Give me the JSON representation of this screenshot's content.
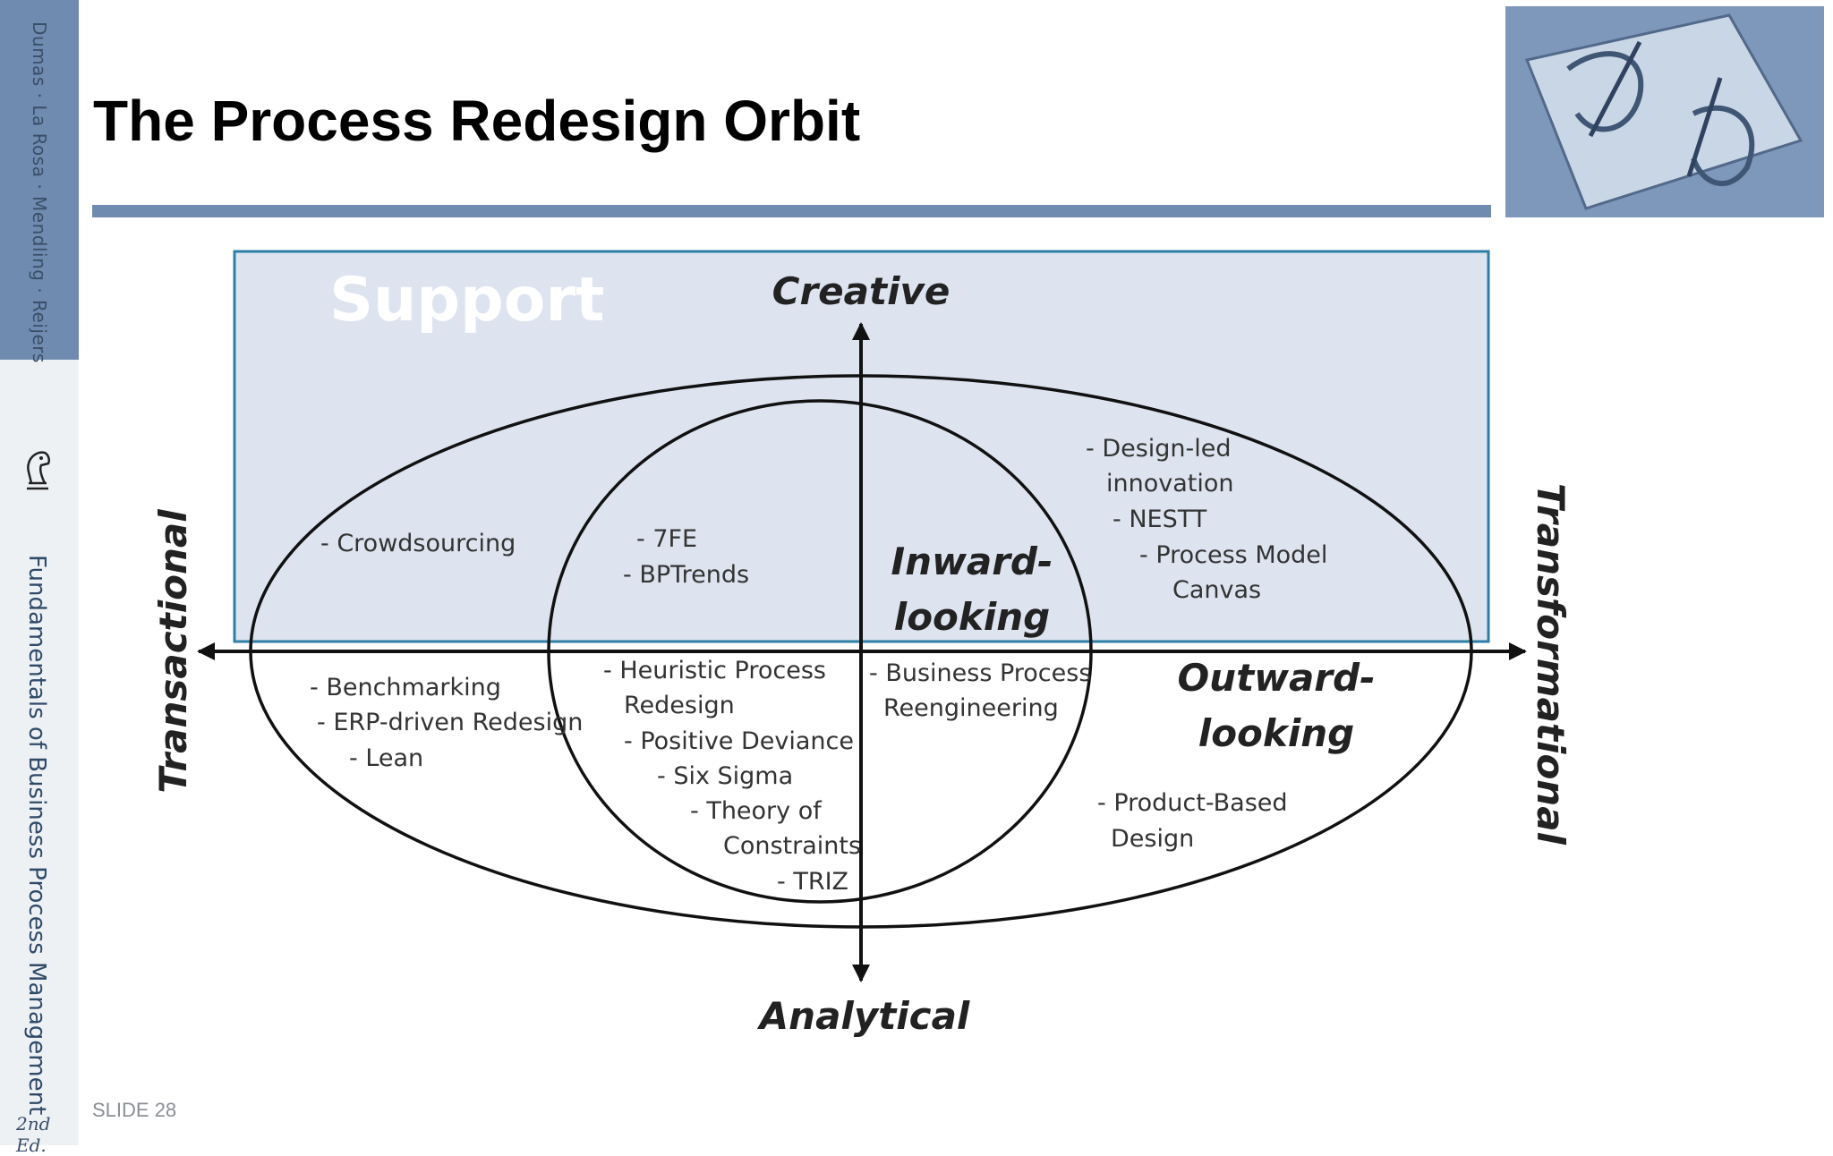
{
  "sidebar": {
    "authors": "Dumas · La Rosa · Mendling · Reijers",
    "book_title": "Fundamentals of Business Process Management",
    "edition": "2nd Ed."
  },
  "slide": {
    "title": "The Process Redesign Orbit",
    "number": "SLIDE 28"
  },
  "diagram": {
    "highlight_label": "Support",
    "axes": {
      "top": "Creative",
      "bottom": "Analytical",
      "left": "Transactional",
      "right": "Transformational"
    },
    "regions": {
      "inward": [
        "Inward-",
        "looking"
      ],
      "outward": [
        "Outward-",
        "looking"
      ]
    },
    "methods": {
      "upper_left_outer": [
        "- Crowdsourcing"
      ],
      "upper_left_inner": [
        "- 7FE",
        "- BPTrends"
      ],
      "upper_right_outer": [
        "- Design-led",
        "innovation",
        "- NESTT",
        "- Process Model",
        "Canvas"
      ],
      "lower_left_outer": [
        "- Benchmarking",
        "- ERP-driven Redesign",
        "- Lean"
      ],
      "lower_left_inner": [
        "- Heuristic Process",
        "Redesign",
        "- Positive Deviance",
        "- Six Sigma",
        "- Theory of",
        "Constraints",
        "- TRIZ"
      ],
      "lower_right_inner": [
        "- Business Process",
        "Reengineering"
      ],
      "lower_right_outer": [
        "- Product-Based",
        "Design"
      ]
    }
  },
  "colors": {
    "accent": "#6f8cb0",
    "highlight_fill": "#dde4f0",
    "highlight_border": "#2d7fa6",
    "sidebar_bg": "#eef1f4",
    "support_text": "#ffffff"
  }
}
